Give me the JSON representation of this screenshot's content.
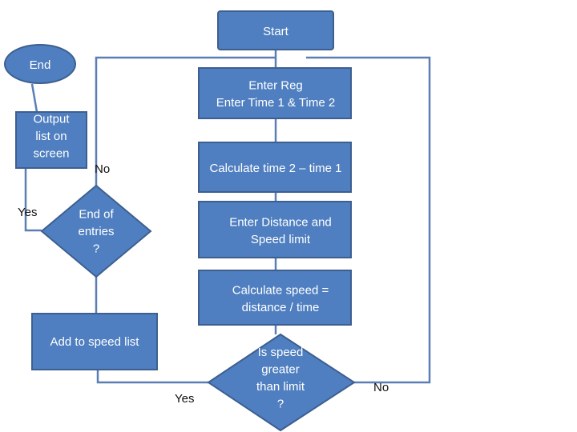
{
  "nodes": {
    "start": {
      "lines": [
        "Start"
      ]
    },
    "end": {
      "lines": [
        "End"
      ]
    },
    "enter_reg": {
      "lines": [
        "Enter Reg",
        "Enter Time 1 & Time 2"
      ]
    },
    "output_list": {
      "lines": [
        "Output",
        "list on",
        "screen"
      ]
    },
    "calc_time": {
      "lines": [
        "Calculate time 2 – time 1"
      ]
    },
    "end_of_entries": {
      "lines": [
        "End of",
        "entries",
        "?"
      ]
    },
    "enter_distance": {
      "lines": [
        "Enter Distance and",
        "Speed limit"
      ]
    },
    "calc_speed": {
      "lines": [
        "Calculate speed =",
        "distance  / time"
      ]
    },
    "add_speed": {
      "lines": [
        "Add to speed list"
      ]
    },
    "is_speed": {
      "lines": [
        "Is speed",
        "greater",
        "than limit",
        "?"
      ]
    }
  },
  "edge_labels": {
    "no_left": "No",
    "yes_left": "Yes",
    "yes_bottom": "Yes",
    "no_right": "No"
  },
  "colors": {
    "node_fill": "#4f7fc0",
    "node_border": "#3d5f90",
    "connector": "#5b7fb5",
    "node_text": "#ffffff"
  }
}
